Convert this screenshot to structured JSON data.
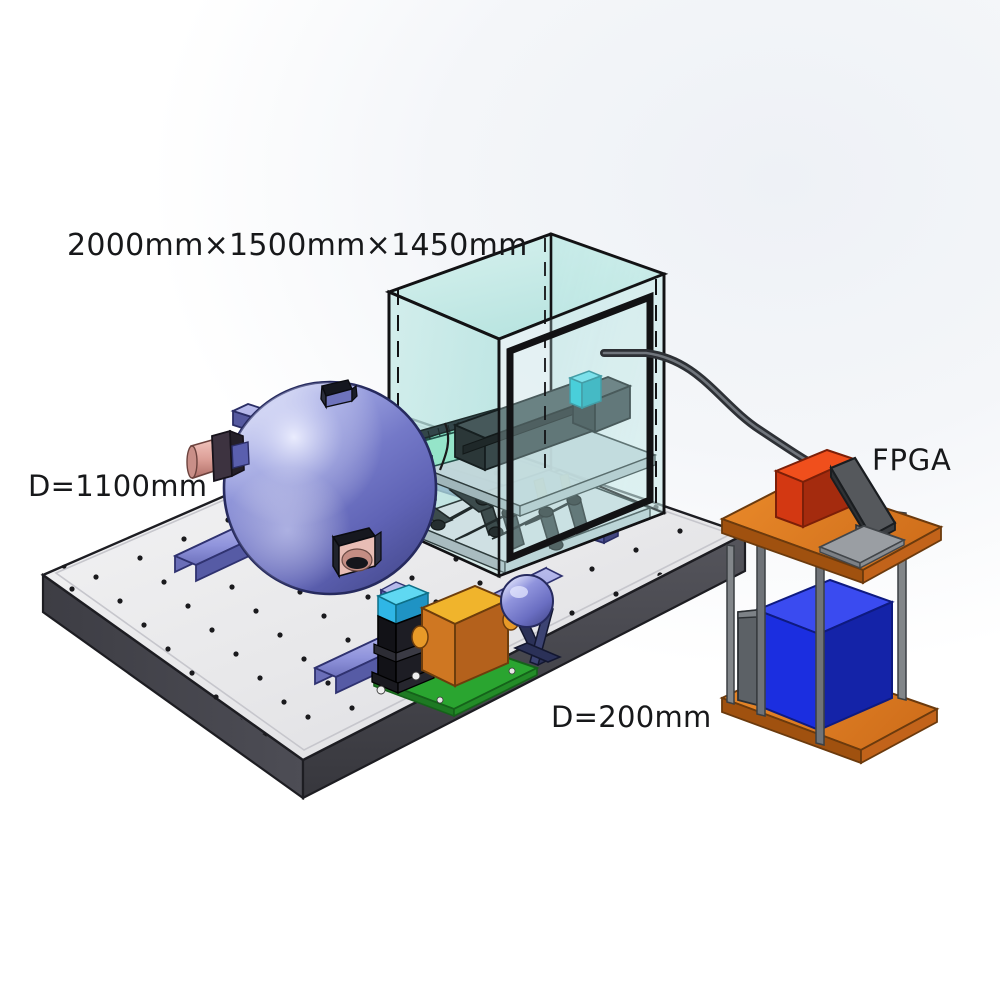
{
  "figure": {
    "title_absent": true,
    "type": "3d-cad-isometric-render",
    "subject": "optical measurement setup with integrating sphere, acrylic enclosure with hexapod stage and workstation cart"
  },
  "annotations": {
    "enclosure_dimensions": "2000mm×1500mm×1450mm",
    "large_sphere_diameter": "D=1100mm",
    "small_sphere_diameter": "D=200mm",
    "fpga_label": "FPGA"
  },
  "components": {
    "optical_table": {
      "name": "optical breadboard table",
      "top_color": "#e9e9ea",
      "edge_color": "#44444a",
      "hole_color": "#1b1b1e"
    },
    "large_sphere": {
      "name": "integrating sphere",
      "body_color": "#6f73c4",
      "highlight_color": "#c5c9ee",
      "shadow_color": "#43457f",
      "top_port_color": "#1d1f28",
      "front_port_color": "#e3a9a2"
    },
    "sphere_supports": {
      "name": "sphere support rails",
      "color": "#8f93d6",
      "dark_color": "#5d61ab"
    },
    "side_port": {
      "name": "sphere side port flange",
      "barrel_color": "#dca29c",
      "flange_color": "#3d3340"
    },
    "enclosure": {
      "name": "acrylic enclosure",
      "panel_color": "#bfe6e3",
      "panel_top_color": "#d6f1ee",
      "frame_color": "#121214"
    },
    "stage_assembly": {
      "name": "hexapod and linear stage",
      "body_color": "#3a4a4a",
      "dark_color": "#232c2c",
      "camera_accent": "#16c6d6",
      "yellow_accent": "#ddd32a",
      "base_plate_color": "#cfe0e3"
    },
    "pcb": {
      "name": "green pcb board",
      "color": "#2aa530"
    },
    "orange_box": {
      "name": "orange instrument housing",
      "top_color": "#f0b42c",
      "front_color": "#cf7722",
      "side_color": "#b4611c"
    },
    "detector_post": {
      "name": "detector head post",
      "color": "#131317",
      "cap_color": "#2fb6e6"
    },
    "small_sphere": {
      "name": "small calibration sphere",
      "body_color": "#7b7fd0",
      "stand_color": "#343a63"
    },
    "cable": {
      "name": "signal cable",
      "color": "#4a4d52"
    },
    "cart": {
      "name": "workstation cart",
      "top_color": "#e07c20",
      "shelf_color": "#c2631a",
      "edge_color": "#8b4310",
      "leg_color": "#6f7378"
    },
    "fpga_box": {
      "name": "fpga chassis",
      "top_color": "#f04f1c",
      "front_color": "#d33812",
      "side_color": "#a42b0e"
    },
    "monitor": {
      "name": "monitor",
      "screen_color": "#55585c",
      "bezel_color": "#2e3134",
      "stand_color": "#6d7175"
    },
    "keyboard": {
      "name": "keyboard",
      "color": "#9a9ea3"
    },
    "pc_tower": {
      "name": "pc tower",
      "front_color": "#1b2ee0",
      "side_color": "#1423a8",
      "top_color": "#3a4bf0"
    }
  }
}
